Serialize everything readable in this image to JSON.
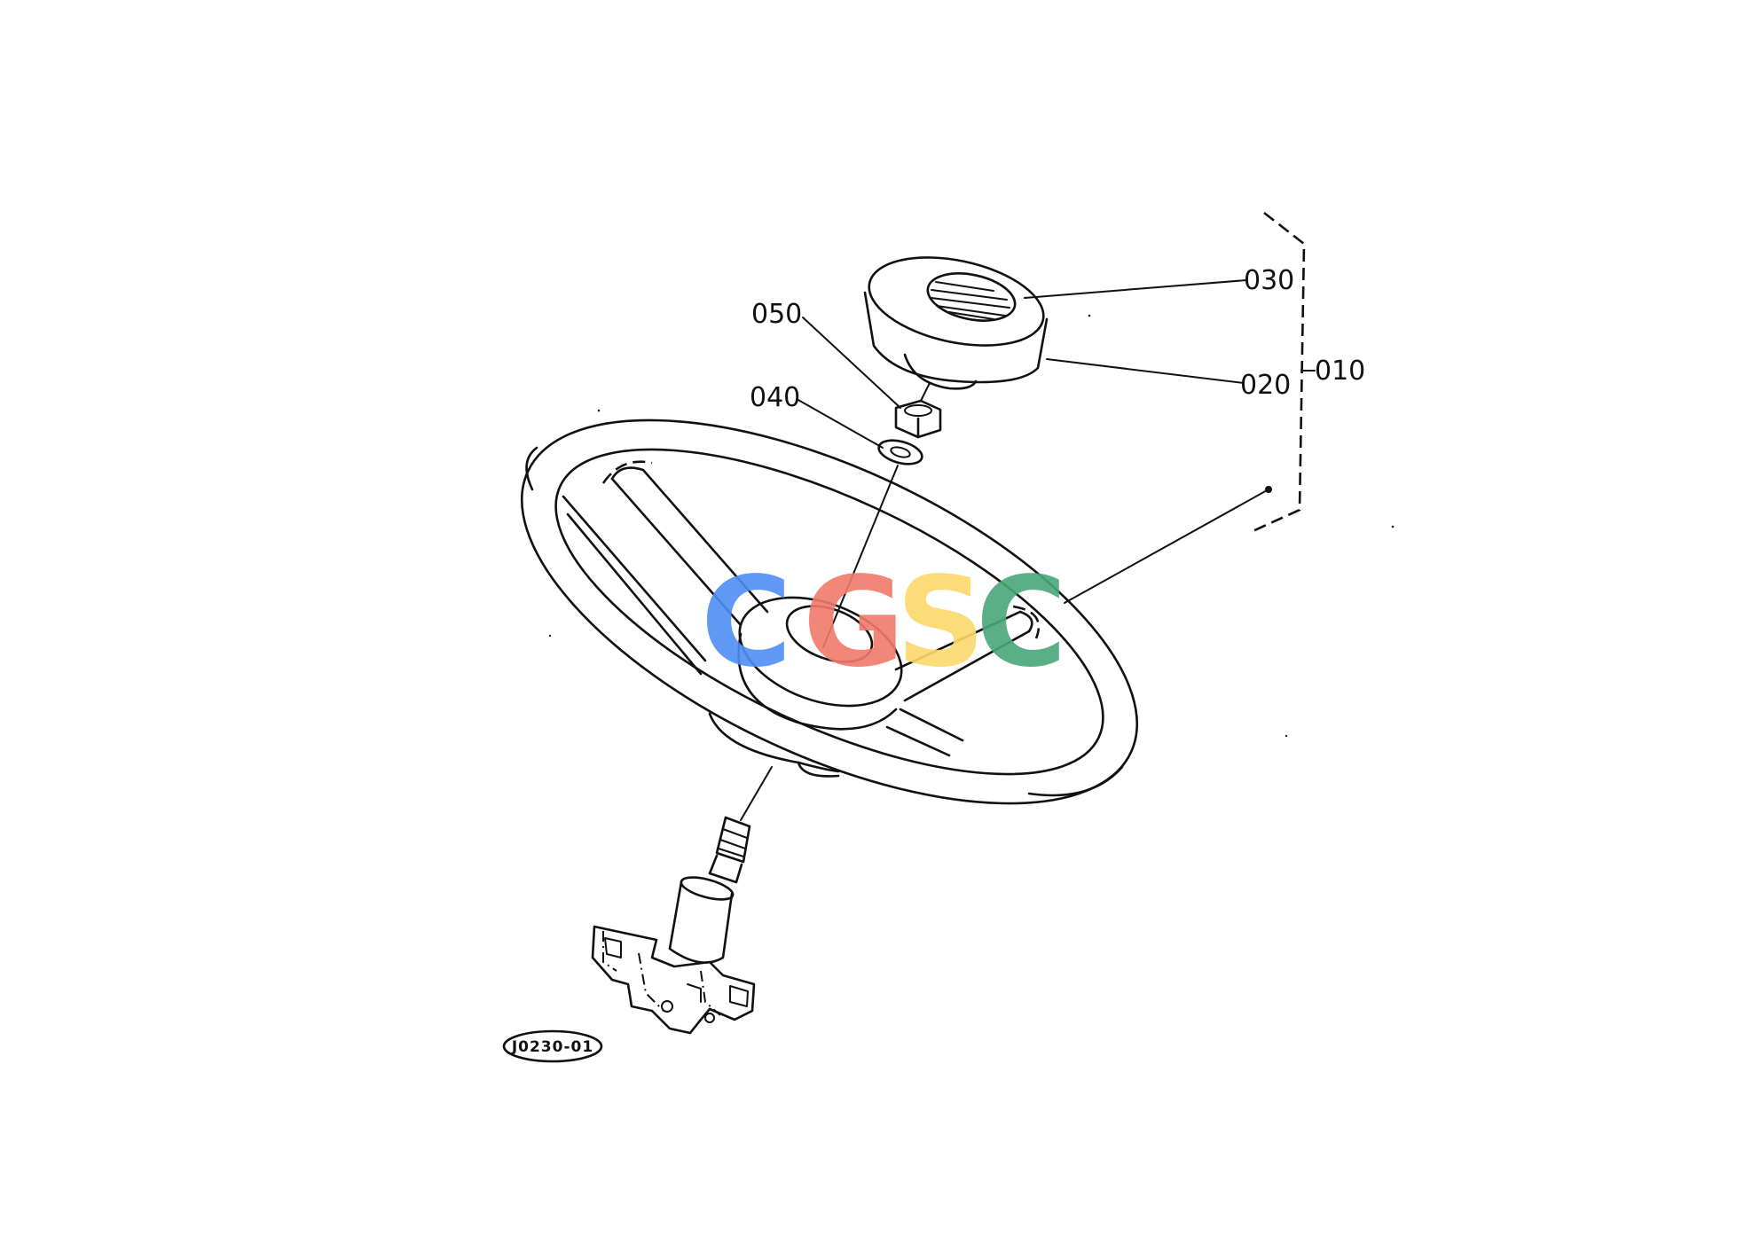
{
  "diagram": {
    "reference_code": "J0230-01",
    "callouts": [
      {
        "id": "c-030",
        "label": "030"
      },
      {
        "id": "c-020",
        "label": "020"
      },
      {
        "id": "c-010",
        "label": "010"
      },
      {
        "id": "c-050",
        "label": "050"
      },
      {
        "id": "c-040",
        "label": "040"
      }
    ]
  },
  "watermark": {
    "letters": [
      {
        "text": "C",
        "color": "#4f8ff5"
      },
      {
        "text": "G",
        "color": "#f07a6b"
      },
      {
        "text": "S",
        "color": "#fbd96a"
      },
      {
        "text": "C",
        "color": "#4aa77a"
      }
    ]
  }
}
